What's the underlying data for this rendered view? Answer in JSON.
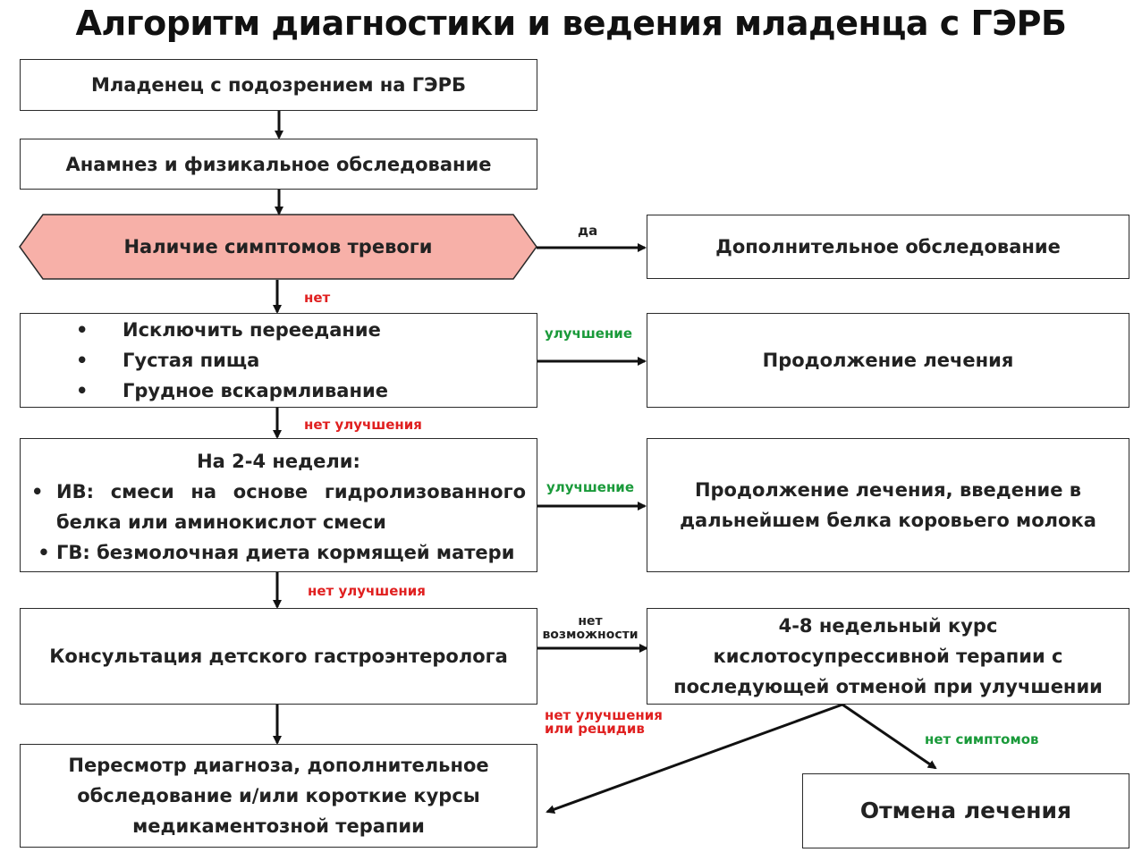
{
  "title": "Алгоритм диагностики и ведения младенца с ГЭРБ",
  "nodes": {
    "suspect": "Младенец с подозрением на ГЭРБ",
    "anamnesis": "Анамнез и физикальное обследование",
    "alarm": "Наличие симптомов тревоги",
    "extra_exam": "Дополнительное обследование",
    "measures": [
      "Исключить переедание",
      "Густая пища",
      "Грудное вскармливание"
    ],
    "continue": "Продолжение лечения",
    "weeks_title": "На 2-4 недели:",
    "weeks_items": [
      "ИВ: смеси на основе гидролизованного белка или аминокислот смеси",
      "ГВ: безмолочная диета кормящей матери"
    ],
    "continue_milk": "Продолжение лечения, введение в дальнейшем белка коровьего молока",
    "consult": "Консультация детского гастроэнтеролога",
    "ppi": "4-8 недельный курс кислотосупрессивной терапии с последующей отменой при улучшении",
    "review": "Пересмотр диагноза, дополнительное обследование и/или короткие курсы медикаментозной терапии",
    "stop": "Отмена лечения"
  },
  "edges": {
    "yes": "да",
    "no": "нет",
    "improvement_1": "улучшение",
    "no_improvement_1": "нет улучшения",
    "improvement_2": "улучшение",
    "no_improvement_2": "нет улучшения",
    "no_possibility": "нет возможности",
    "no_improvement_or_relapse": "нет улучшения или рецидив",
    "no_symptoms": "нет симптомов"
  },
  "colors": {
    "alarm_fill": "#f7b0a8",
    "red_label": "#e02020",
    "green_label": "#1a9a3a"
  }
}
